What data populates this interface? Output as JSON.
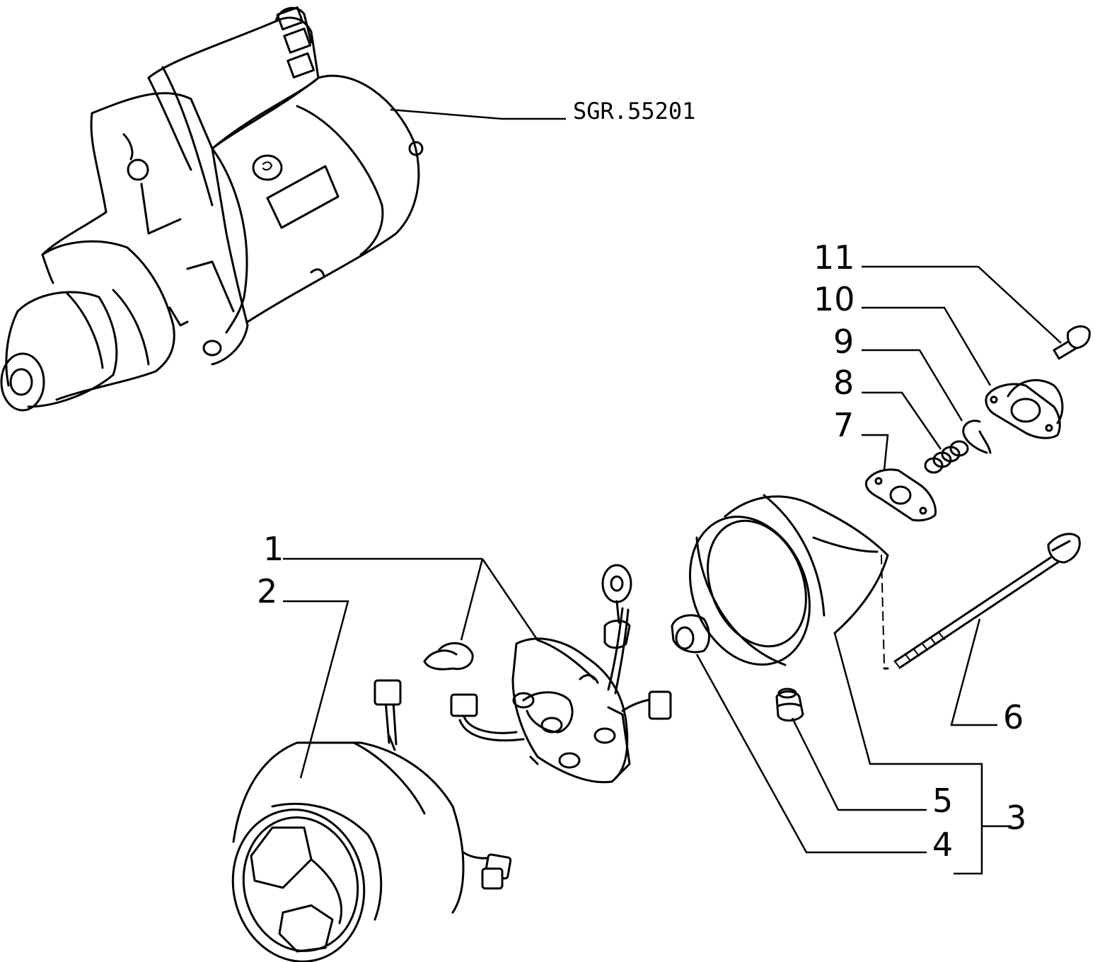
{
  "diagram": {
    "reference_code": "SGR.55201",
    "callouts": [
      {
        "id": "1",
        "label": "1"
      },
      {
        "id": "2",
        "label": "2"
      },
      {
        "id": "3",
        "label": "3"
      },
      {
        "id": "4",
        "label": "4"
      },
      {
        "id": "5",
        "label": "5"
      },
      {
        "id": "6",
        "label": "6"
      },
      {
        "id": "7",
        "label": "7"
      },
      {
        "id": "8",
        "label": "8"
      },
      {
        "id": "9",
        "label": "9"
      },
      {
        "id": "10",
        "label": "10"
      },
      {
        "id": "11",
        "label": "11"
      }
    ]
  }
}
